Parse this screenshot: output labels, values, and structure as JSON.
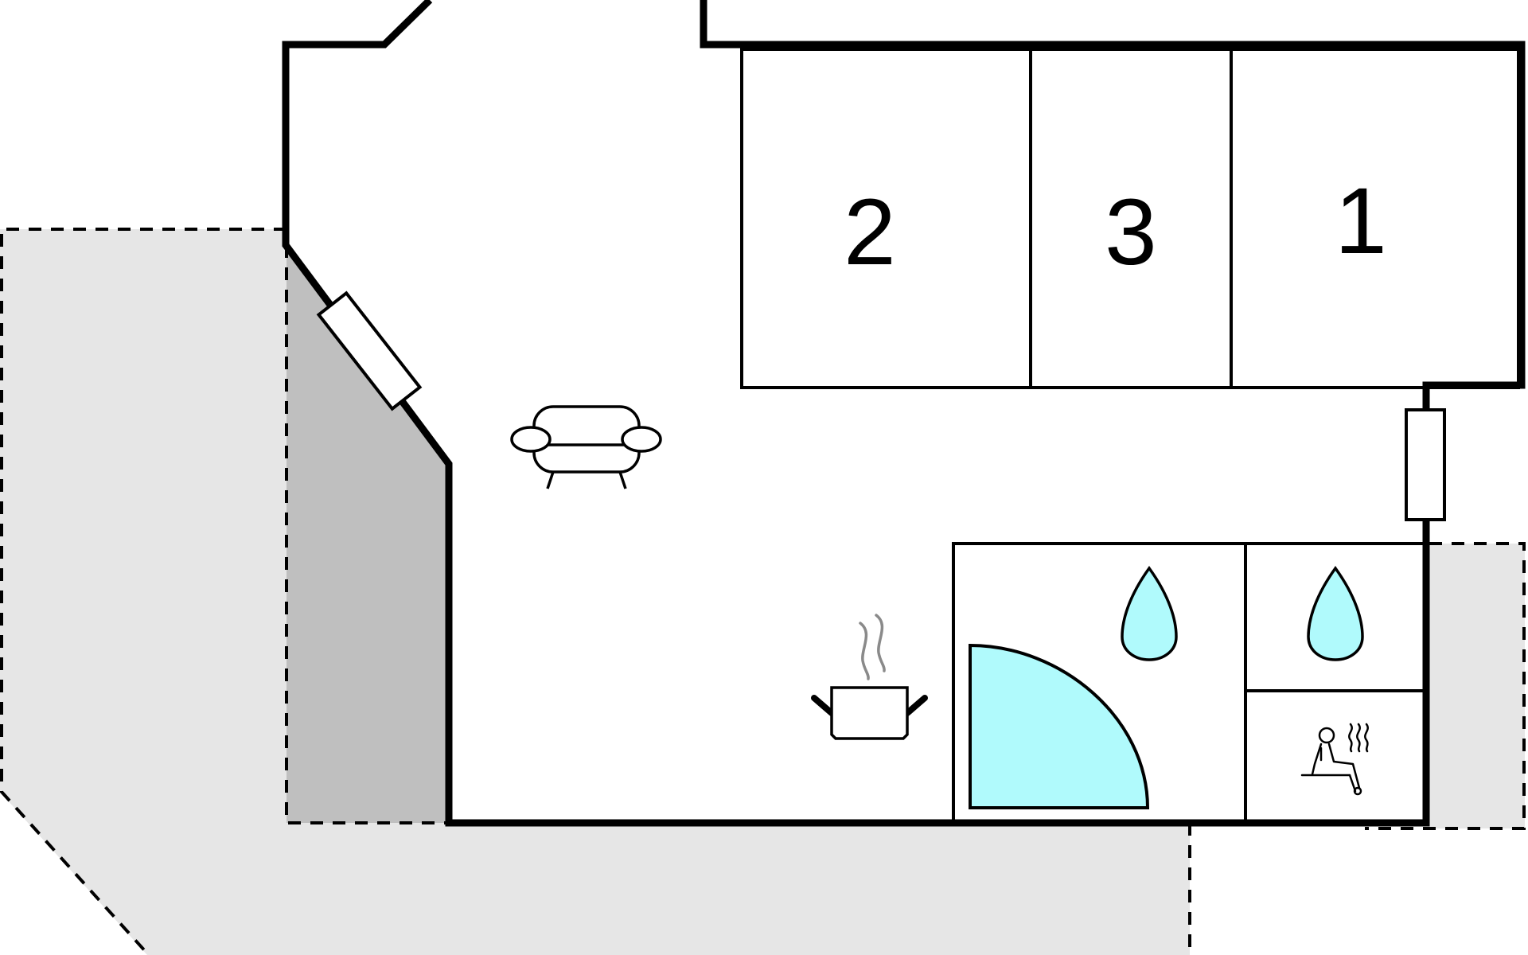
{
  "floorplan": {
    "rooms": [
      {
        "id": "bedroom-2",
        "number": "2"
      },
      {
        "id": "bedroom-3",
        "number": "3"
      },
      {
        "id": "bedroom-1",
        "number": "1"
      }
    ],
    "icons": {
      "living": "sofa-icon",
      "kitchen": "cooking-pot-icon",
      "bathroom_1": "water-drop-icon",
      "bathroom_2": "water-drop-icon",
      "shower": "quarter-circle-shower-icon",
      "sauna": "sauna-icon",
      "door_left": "door-icon",
      "door_right": "door-icon"
    },
    "colors": {
      "wall": "#000000",
      "outdoor_light": "#e6e6e6",
      "outdoor_dark": "#bfbfbf",
      "water": "#b0fafc",
      "steam": "#8a8a8a"
    }
  }
}
